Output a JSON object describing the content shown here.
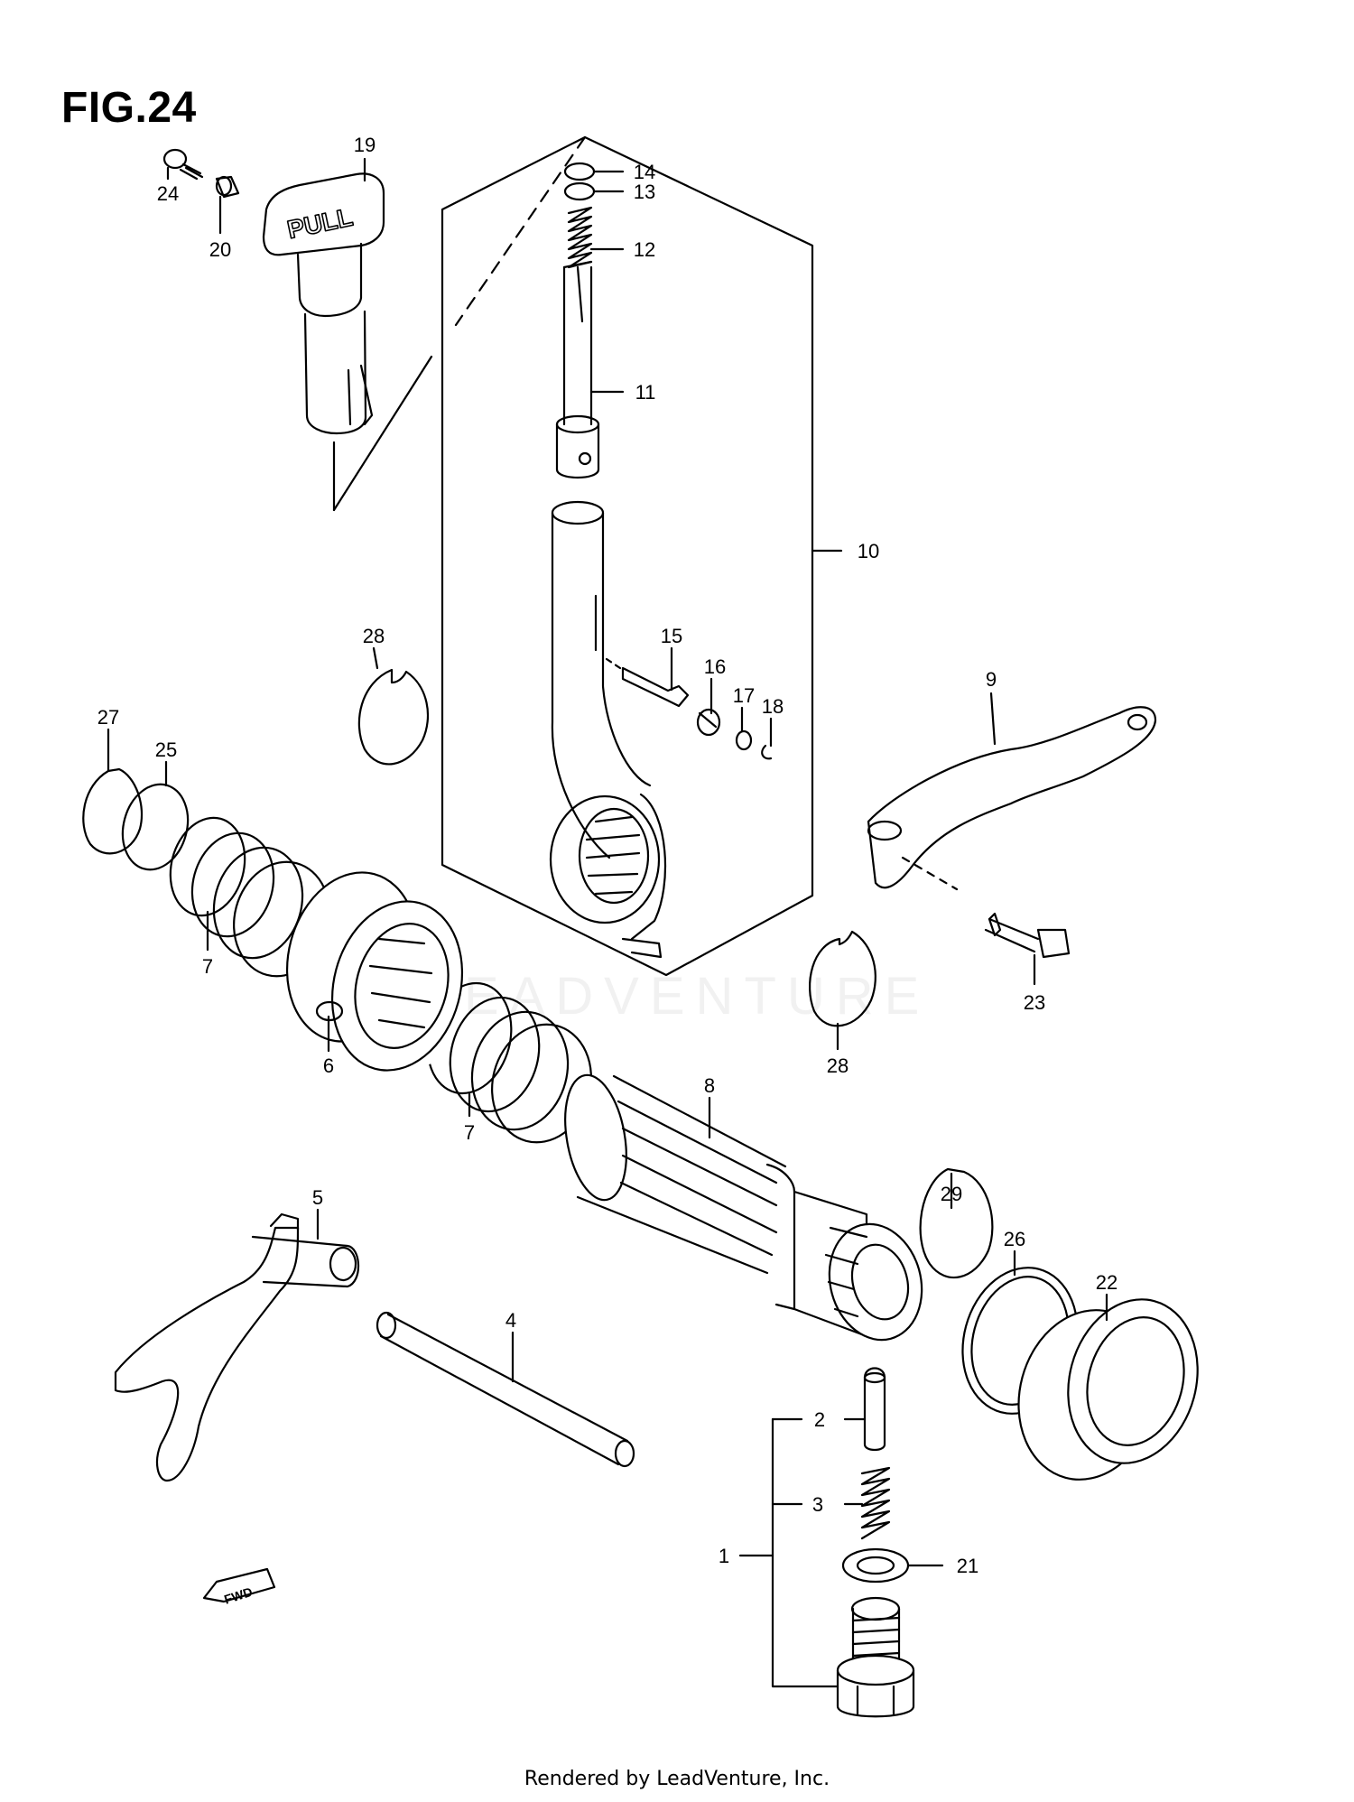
{
  "figure": {
    "title": "FIG.24",
    "footer": "Rendered by LeadVenture, Inc.",
    "watermark": "LEADVENTURE",
    "knob_text": "PULL",
    "fwd_text": "FWD"
  },
  "callouts": [
    {
      "id": "c1",
      "label": "1"
    },
    {
      "id": "c2",
      "label": "2"
    },
    {
      "id": "c3",
      "label": "3"
    },
    {
      "id": "c4",
      "label": "4"
    },
    {
      "id": "c5",
      "label": "5"
    },
    {
      "id": "c6",
      "label": "6"
    },
    {
      "id": "c7a",
      "label": "7"
    },
    {
      "id": "c7b",
      "label": "7"
    },
    {
      "id": "c8",
      "label": "8"
    },
    {
      "id": "c9",
      "label": "9"
    },
    {
      "id": "c10",
      "label": "10"
    },
    {
      "id": "c11",
      "label": "11"
    },
    {
      "id": "c12",
      "label": "12"
    },
    {
      "id": "c13",
      "label": "13"
    },
    {
      "id": "c14",
      "label": "14"
    },
    {
      "id": "c15",
      "label": "15"
    },
    {
      "id": "c16",
      "label": "16"
    },
    {
      "id": "c17",
      "label": "17"
    },
    {
      "id": "c18",
      "label": "18"
    },
    {
      "id": "c19",
      "label": "19"
    },
    {
      "id": "c20",
      "label": "20"
    },
    {
      "id": "c21",
      "label": "21"
    },
    {
      "id": "c22",
      "label": "22"
    },
    {
      "id": "c23",
      "label": "23"
    },
    {
      "id": "c24",
      "label": "24"
    },
    {
      "id": "c25",
      "label": "25"
    },
    {
      "id": "c26",
      "label": "26"
    },
    {
      "id": "c27",
      "label": "27"
    },
    {
      "id": "c28a",
      "label": "28"
    },
    {
      "id": "c28b",
      "label": "28"
    },
    {
      "id": "c29",
      "label": "29"
    }
  ]
}
